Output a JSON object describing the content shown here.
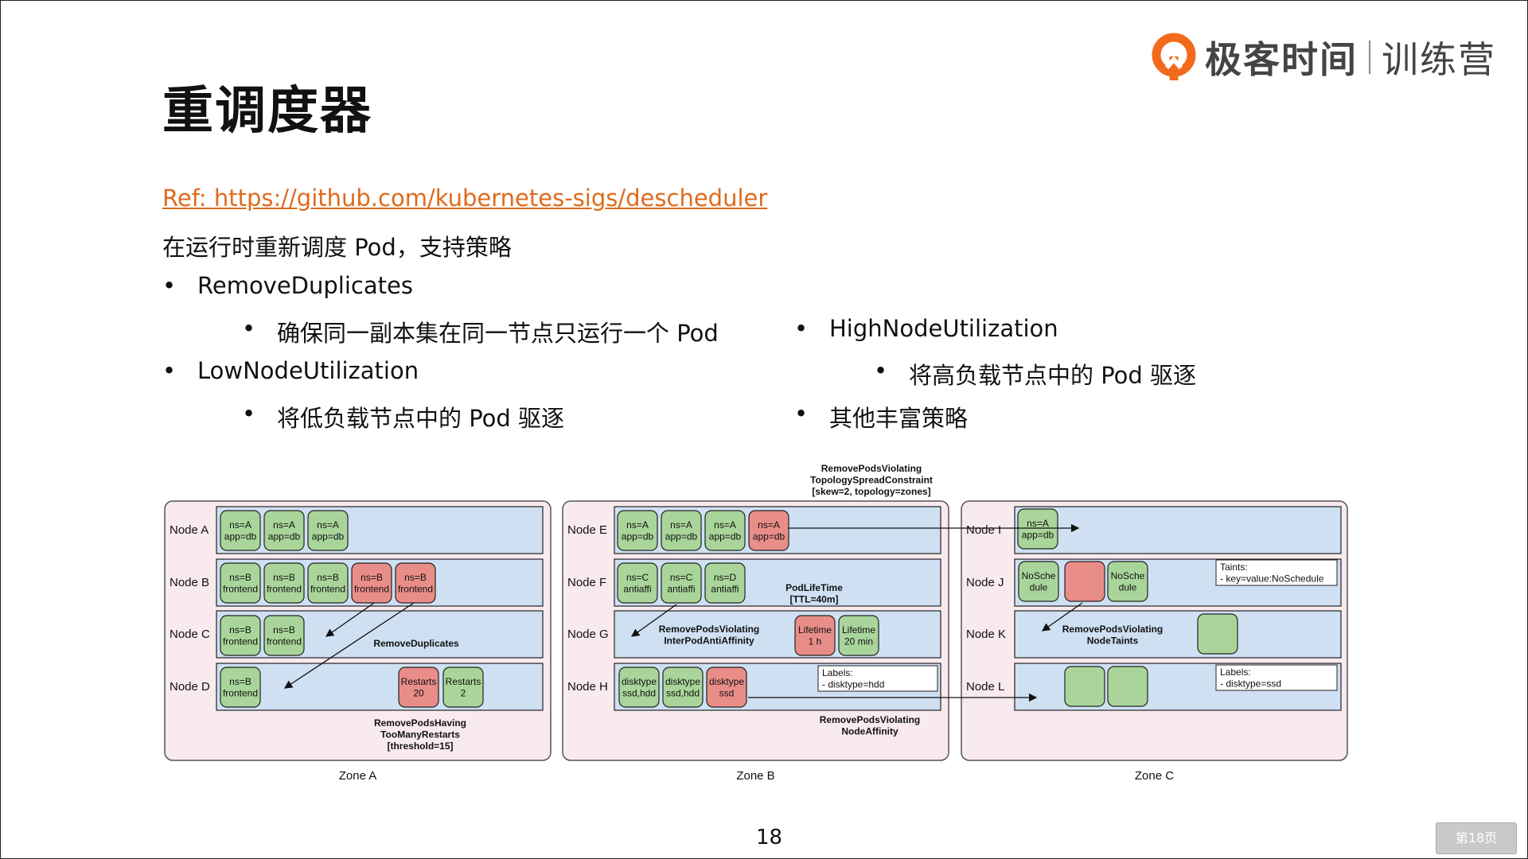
{
  "slide": {
    "title": "重调度器",
    "ref_link": "Ref:  https://github.com/kubernetes-sigs/descheduler",
    "intro": "在运行时重新调度 Pod，支持策略",
    "left_items": [
      {
        "label": "RemoveDuplicates",
        "sub": "确保同一副本集在同一节点只运行一个 Pod"
      },
      {
        "label": "LowNodeUtilization",
        "sub": "将低负载节点中的 Pod 驱逐"
      }
    ],
    "right_items": [
      {
        "label": "HighNodeUtilization",
        "sub": "将高负载节点中的 Pod 驱逐"
      },
      {
        "label": "其他丰富策略"
      }
    ],
    "page_number": "18",
    "page_badge": "第18页"
  },
  "logo": {
    "brand": "极客时间",
    "sub": "训练营",
    "accent": "#f26b1d"
  },
  "colors": {
    "zone_bg": "#f9eaee",
    "node_bg": "#cfe0f3",
    "pod_green": "#a9d59a",
    "pod_red": "#e98d89",
    "link": "#e06a1b"
  },
  "diagram": {
    "zones": [
      "Zone A",
      "Zone B",
      "Zone C"
    ],
    "nodes": {
      "zone_a": [
        "Node A",
        "Node B",
        "Node C",
        "Node D"
      ],
      "zone_b": [
        "Node E",
        "Node F",
        "Node G",
        "Node H"
      ],
      "zone_c": [
        "Node I",
        "Node J",
        "Node K",
        "Node L"
      ]
    },
    "policy_labels": {
      "topology": [
        "RemovePodsViolating",
        "TopologySpreadConstraint",
        "[skew=2, topology=zones]"
      ],
      "duplicates": [
        "RemoveDuplicates"
      ],
      "restarts": [
        "RemovePodsHaving",
        "TooManyRestarts",
        "[threshold=15]"
      ],
      "lifetime": [
        "PodLifeTime",
        "[TTL=40m]"
      ],
      "anti_affinity": [
        "RemovePodsViolating",
        "InterPodAntiAffinity"
      ],
      "node_affinity": [
        "RemovePodsViolating",
        "NodeAffinity"
      ],
      "taints": [
        "RemovePodsViolating",
        "NodeTaints"
      ]
    },
    "info_boxes": {
      "node_h": [
        "Labels:",
        "- disktype=hdd"
      ],
      "node_j": [
        "Taints:",
        "- key=value:NoSchedule"
      ],
      "node_l": [
        "Labels:",
        "- disktype=ssd"
      ]
    },
    "pods": {
      "a": [
        [
          "ns=A",
          "app=db"
        ],
        [
          "ns=A",
          "app=db"
        ],
        [
          "ns=A",
          "app=db"
        ]
      ],
      "b": [
        [
          "ns=B",
          "frontend"
        ],
        [
          "ns=B",
          "frontend"
        ],
        [
          "ns=B",
          "frontend"
        ],
        [
          "ns=B",
          "frontend"
        ],
        [
          "ns=B",
          "frontend"
        ]
      ],
      "c": [
        [
          "ns=B",
          "frontend"
        ],
        [
          "ns=B",
          "frontend"
        ]
      ],
      "d": [
        [
          "ns=B",
          "frontend"
        ],
        [
          "Restarts",
          "20"
        ],
        [
          "Restarts",
          "2"
        ]
      ],
      "e": [
        [
          "ns=A",
          "app=db"
        ],
        [
          "ns=A",
          "app=db"
        ],
        [
          "ns=A",
          "app=db"
        ],
        [
          "ns=A",
          "app=db"
        ]
      ],
      "f": [
        [
          "ns=C",
          "antiaffi"
        ],
        [
          "ns=C",
          "antiaffi"
        ],
        [
          "ns=D",
          "antiaffi"
        ]
      ],
      "g": [
        [
          "Lifetime",
          "1 h"
        ],
        [
          "Lifetime",
          "20 min"
        ]
      ],
      "h": [
        [
          "disktype",
          "ssd,hdd"
        ],
        [
          "disktype",
          "ssd,hdd"
        ],
        [
          "disktype",
          "ssd"
        ]
      ],
      "i": [
        [
          "ns=A",
          "app=db"
        ]
      ],
      "j": [
        [
          "NoSche",
          "dule"
        ],
        [
          "NoSche",
          "dule"
        ]
      ]
    }
  }
}
